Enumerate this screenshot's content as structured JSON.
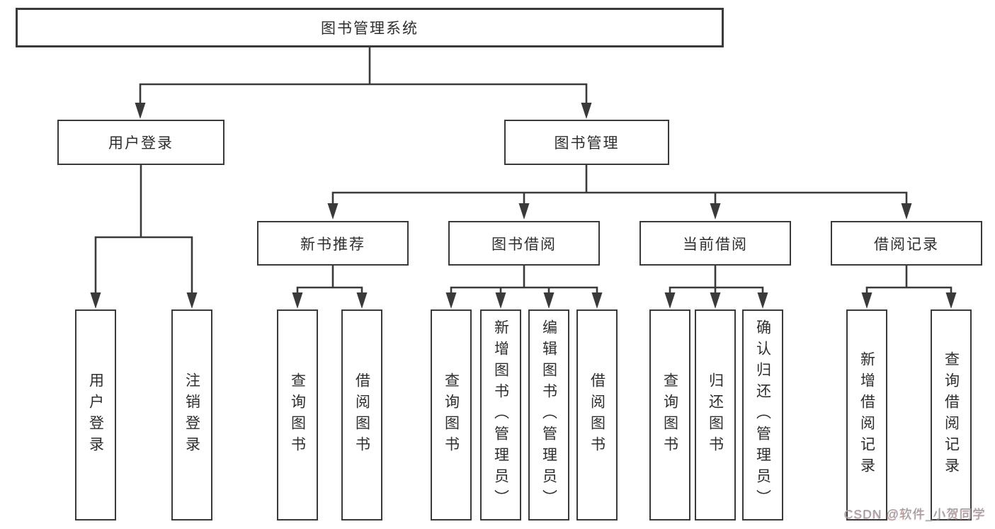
{
  "diagram": {
    "type": "hierarchy-tree",
    "line_color": "#3a3a3a",
    "box_background": "#ffffff",
    "text_color": "#2e2e2e",
    "watermark_color": "#9c9ca2"
  },
  "tree": {
    "label": "图书管理系统",
    "children": [
      {
        "label": "用户登录",
        "children": [
          {
            "label": "用户登录"
          },
          {
            "label": "注销登录"
          }
        ]
      },
      {
        "label": "图书管理",
        "children": [
          {
            "label": "新书推荐",
            "children": [
              {
                "label": "查询图书"
              },
              {
                "label": "借阅图书"
              }
            ]
          },
          {
            "label": "图书借阅",
            "children": [
              {
                "label": "查询图书"
              },
              {
                "label": "新增图书（管理员）"
              },
              {
                "label": "编辑图书（管理员）"
              },
              {
                "label": "借阅图书"
              }
            ]
          },
          {
            "label": "当前借阅",
            "children": [
              {
                "label": "查询图书"
              },
              {
                "label": "归还图书"
              },
              {
                "label": "确认归还（管理员）"
              }
            ]
          },
          {
            "label": "借阅记录",
            "children": [
              {
                "label": "新增借阅记录"
              },
              {
                "label": "查询借阅记录"
              }
            ]
          }
        ]
      }
    ]
  },
  "watermark": {
    "text": "CSDN @软件_小贺同学"
  }
}
